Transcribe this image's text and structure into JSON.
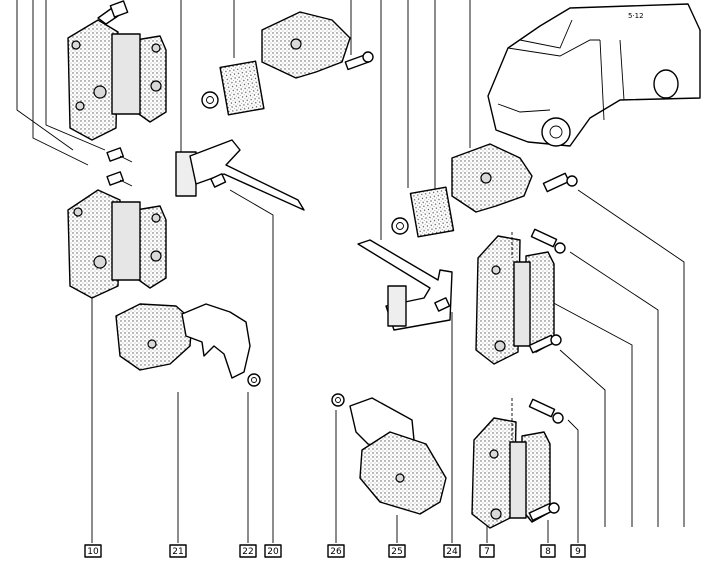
{
  "callouts": [
    {
      "num": "10"
    },
    {
      "num": "21"
    },
    {
      "num": "22"
    },
    {
      "num": "20"
    },
    {
      "num": "26"
    },
    {
      "num": "25"
    },
    {
      "num": "24"
    },
    {
      "num": "7"
    },
    {
      "num": "8"
    },
    {
      "num": "9"
    }
  ],
  "van_marks": "5·12"
}
